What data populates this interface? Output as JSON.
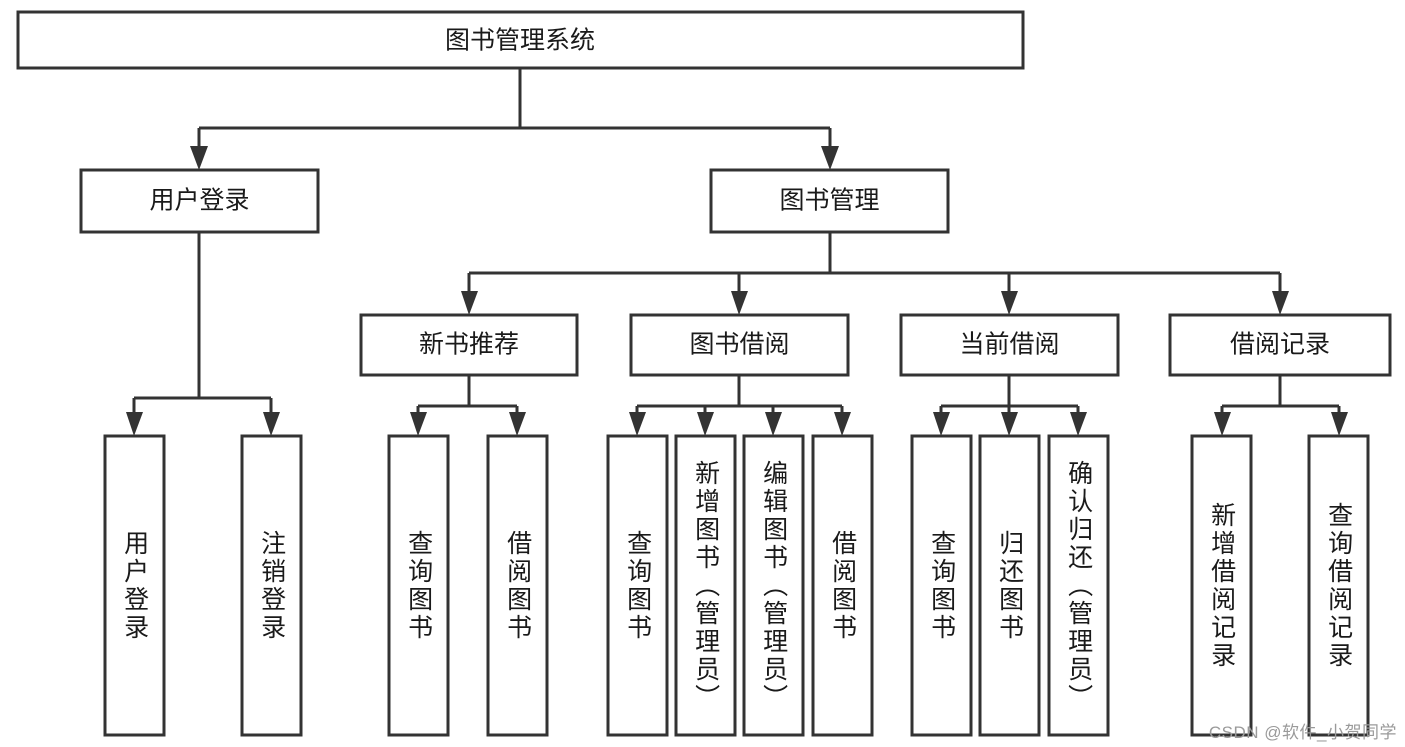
{
  "diagram": {
    "title": "图书管理系统",
    "type": "tree-hierarchy",
    "root": {
      "label": "图书管理系统"
    },
    "level2": [
      {
        "label": "用户登录"
      },
      {
        "label": "图书管理"
      }
    ],
    "level3": [
      {
        "label": "新书推荐"
      },
      {
        "label": "图书借阅"
      },
      {
        "label": "当前借阅"
      },
      {
        "label": "借阅记录"
      }
    ],
    "leaves": {
      "user_login": [
        {
          "label": "用户登录"
        },
        {
          "label": "注销登录"
        }
      ],
      "new_book_recommend": [
        {
          "label": "查询图书"
        },
        {
          "label": "借阅图书"
        }
      ],
      "book_borrow": [
        {
          "label": "查询图书"
        },
        {
          "label": "新增图书（管理员）"
        },
        {
          "label": "编辑图书（管理员）"
        },
        {
          "label": "借阅图书"
        }
      ],
      "current_borrow": [
        {
          "label": "查询图书"
        },
        {
          "label": "归还图书"
        },
        {
          "label": "确认归还（管理员）"
        }
      ],
      "borrow_record": [
        {
          "label": "新增借阅记录"
        },
        {
          "label": "查询借阅记录"
        }
      ]
    }
  },
  "watermark": {
    "text": "CSDN @软件_小贺同学"
  },
  "colors": {
    "stroke": "#333333",
    "box_fill": "#ffffff",
    "text": "#1a1a1a",
    "watermark": "#9a9a9a",
    "background": "#ffffff"
  }
}
